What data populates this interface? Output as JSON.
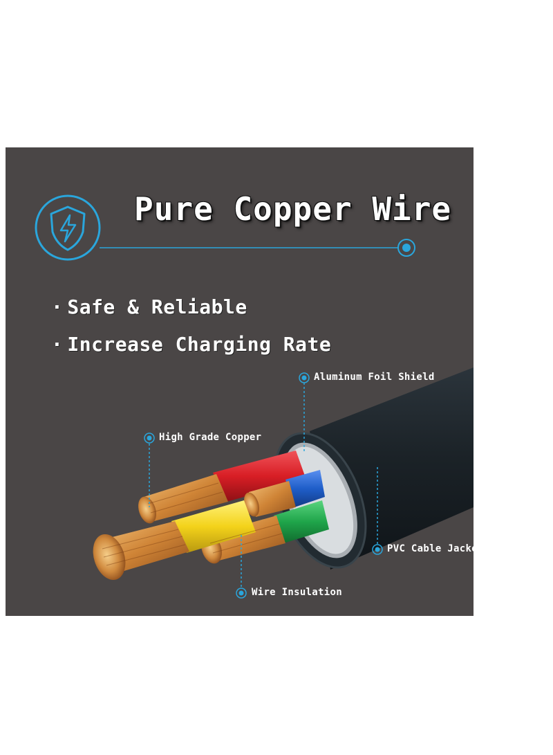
{
  "title": "Pure Copper Wire",
  "bullets": [
    {
      "marker": "·",
      "text": "Safe & Reliable"
    },
    {
      "marker": "·",
      "text": "Increase Charging Rate"
    }
  ],
  "callouts": {
    "aluminum_foil_shield": "Aluminum Foil Shield",
    "high_grade_copper": "High Grade Copper",
    "pvc_cable_jacket": "PVC Cable Jacket",
    "wire_insulation": "Wire Insulation"
  },
  "icons": {
    "shield": "shield-lightning-icon"
  },
  "colors": {
    "panel_background": "#4a4646",
    "accent_blue": "#2aa6dc",
    "cable_jacket": "#1c2329",
    "insulation_red": "#d81e25",
    "insulation_blue": "#1f5ec9",
    "insulation_yellow": "#f3d21a",
    "insulation_green": "#1fa54a",
    "copper": "#d28a3c"
  }
}
